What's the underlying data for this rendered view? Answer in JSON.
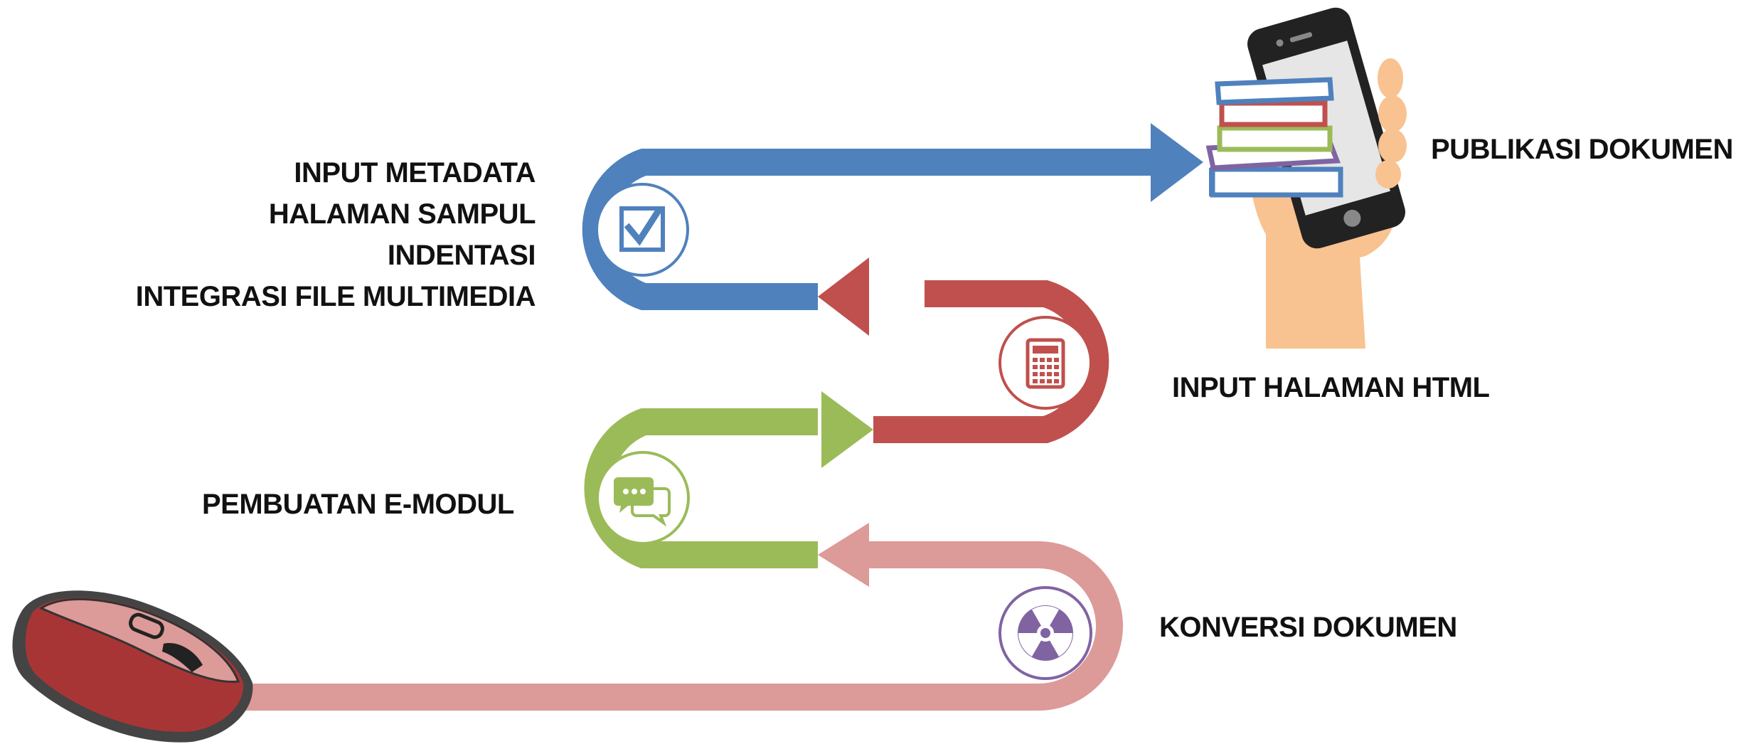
{
  "steps": {
    "konversi": {
      "label": "KONVERSI DOKUMEN",
      "icon": "radiation-icon"
    },
    "emodul": {
      "label": "PEMBUATAN E-MODUL",
      "icon": "chat-bubbles-icon"
    },
    "html": {
      "label": "INPUT HALAMAN HTML",
      "icon": "calculator-icon"
    },
    "metadata": {
      "lines": [
        "INPUT METADATA",
        "HALAMAN SAMPUL",
        "INDENTASI",
        "INTEGRASI FILE MULTIMEDIA"
      ],
      "icon": "checkbox-icon"
    },
    "publikasi": {
      "label": "PUBLIKASI DOKUMEN",
      "icon": "phone-with-books-icon"
    }
  },
  "colors": {
    "pink": "#DC9A98",
    "green": "#9BBB59",
    "red": "#C0504D",
    "blue": "#4F81BD",
    "mouse_body": "#A83535",
    "phone_body": "#222222",
    "hand": "#F9C291"
  },
  "start_icon": "computer-mouse-icon"
}
